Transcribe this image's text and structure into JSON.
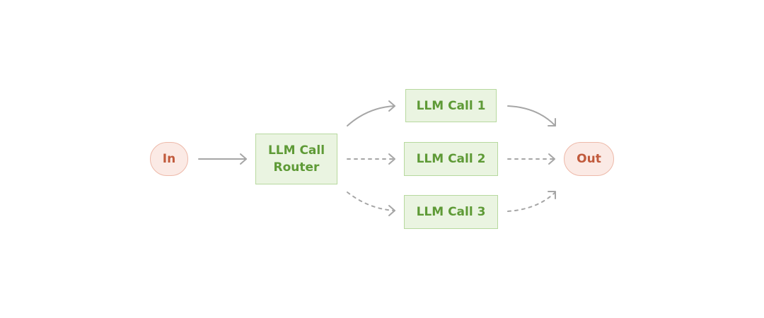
{
  "diagram": {
    "nodes": {
      "input": "In",
      "router_line1": "LLM Call",
      "router_line2": "Router",
      "call1": "LLM Call 1",
      "call2": "LLM Call 2",
      "call3": "LLM Call 3",
      "output": "Out"
    },
    "edges": [
      {
        "from": "In",
        "to": "LLM Call Router",
        "style": "solid"
      },
      {
        "from": "LLM Call Router",
        "to": "LLM Call 1",
        "style": "solid"
      },
      {
        "from": "LLM Call Router",
        "to": "LLM Call 2",
        "style": "dashed"
      },
      {
        "from": "LLM Call Router",
        "to": "LLM Call 3",
        "style": "dashed"
      },
      {
        "from": "LLM Call 1",
        "to": "Out",
        "style": "solid"
      },
      {
        "from": "LLM Call 2",
        "to": "Out",
        "style": "dashed"
      },
      {
        "from": "LLM Call 3",
        "to": "Out",
        "style": "dashed"
      }
    ],
    "colors": {
      "terminal_fill": "#fbeae5",
      "terminal_border": "#edb9a9",
      "terminal_text": "#c15a3c",
      "llm_fill": "#eaf4e1",
      "llm_border": "#b7d99e",
      "llm_text": "#5e9a36",
      "edge": "#a6a6a6"
    }
  }
}
